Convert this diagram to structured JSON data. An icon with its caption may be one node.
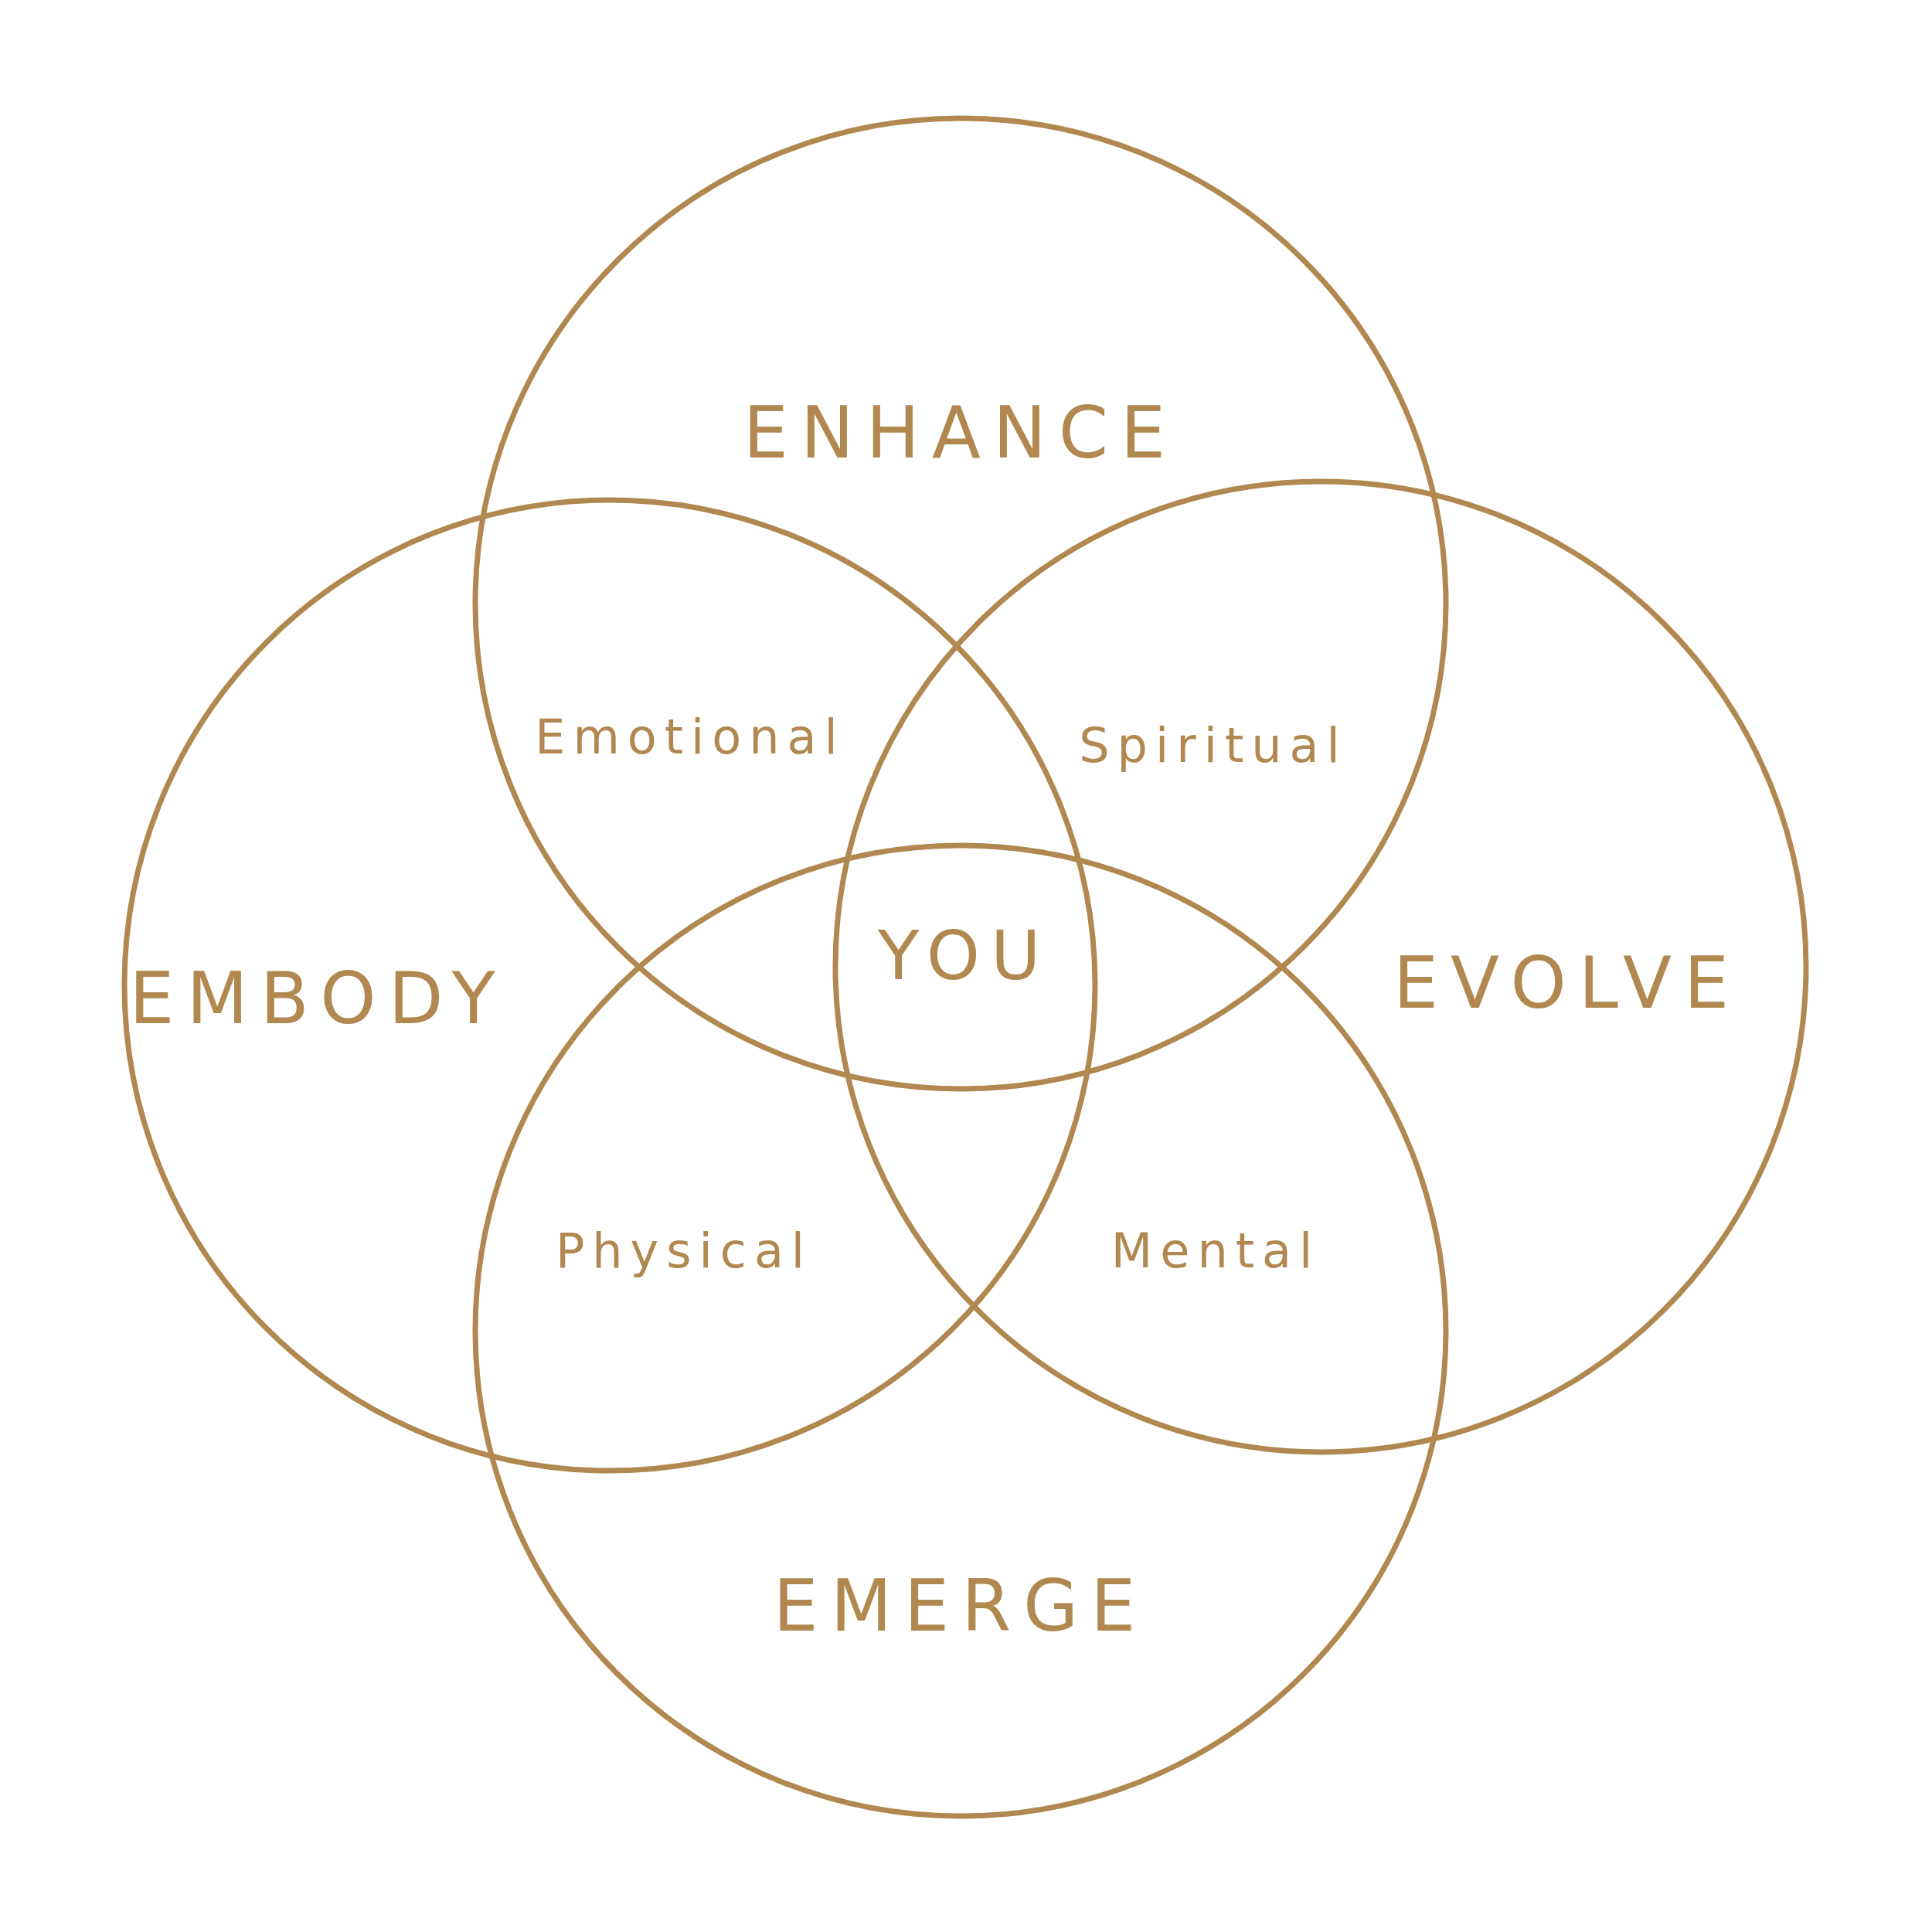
{
  "diagram": {
    "nodes": [
      {
        "text": [
          "ENHANCE"
        ]
      },
      {
        "text": [
          "EMBODY"
        ]
      },
      {
        "text": [
          "EVOLVE"
        ]
      },
      {
        "text": [
          "EMERGE"
        ]
      }
    ],
    "labels": [
      "Emotional",
      "Spiritual",
      "YOU",
      "Physical",
      "Mental"
    ]
  }
}
